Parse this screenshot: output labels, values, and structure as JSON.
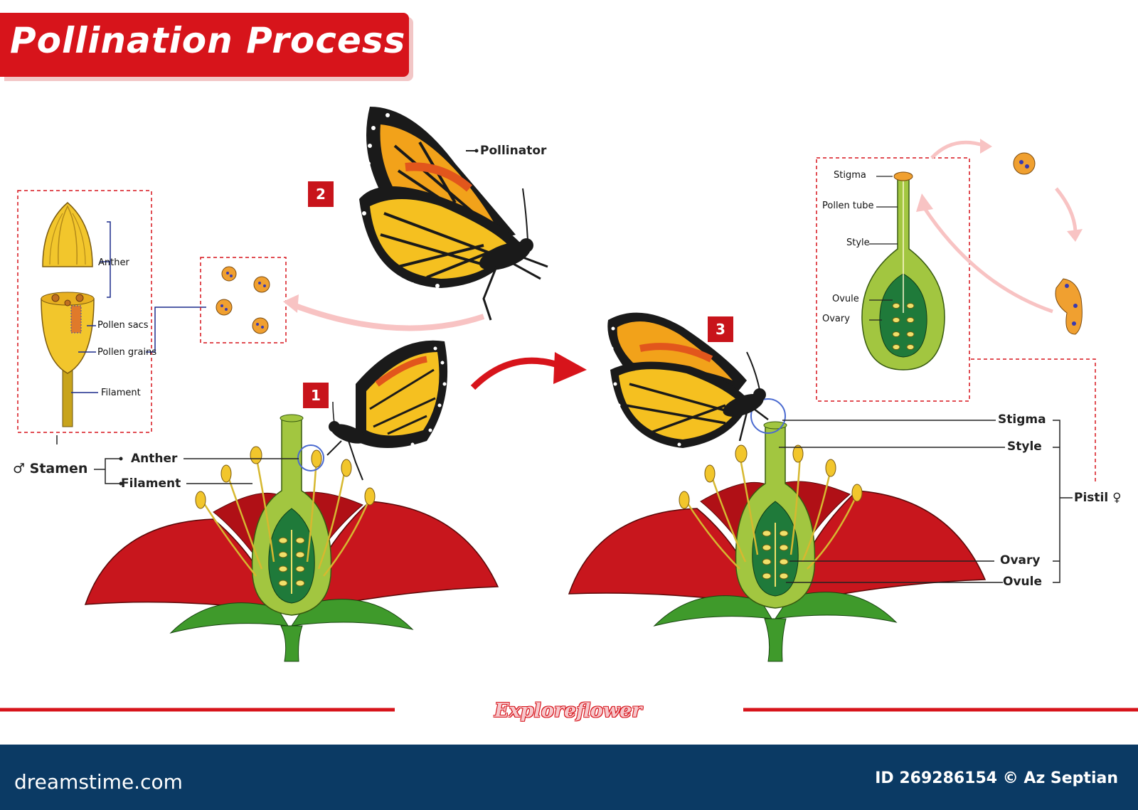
{
  "title": "Pollination Process",
  "steps": [
    "1",
    "2",
    "3"
  ],
  "labels": {
    "pollinator": "Pollinator",
    "stamen_box": {
      "anther": "Anther",
      "pollen_sacs": "Pollen sacs",
      "pollen_grains": "Pollen grains",
      "filament": "Filament"
    },
    "stamen": "♂ Stamen",
    "anther": "Anther",
    "filament": "Filament",
    "pistil_box": {
      "stigma": "Stigma",
      "pollen_tube": "Pollen tube",
      "style": "Style",
      "ovule": "Ovule",
      "ovary": "Ovary"
    },
    "stigma": "Stigma",
    "style": "Style",
    "pistil": "Pistil ♀",
    "ovary": "Ovary",
    "ovule": "Ovule"
  },
  "brand": "Exploreflower",
  "footer": {
    "logo": "dreamstime.com",
    "id_credit": "ID 269286154 © Az Septian"
  },
  "colors": {
    "accent_red": "#d7141b",
    "footer_blue": "#0b3a64",
    "petal_red": "#c8161d",
    "leaf_green": "#3f9a2b",
    "anther_yellow": "#f2c62c"
  }
}
